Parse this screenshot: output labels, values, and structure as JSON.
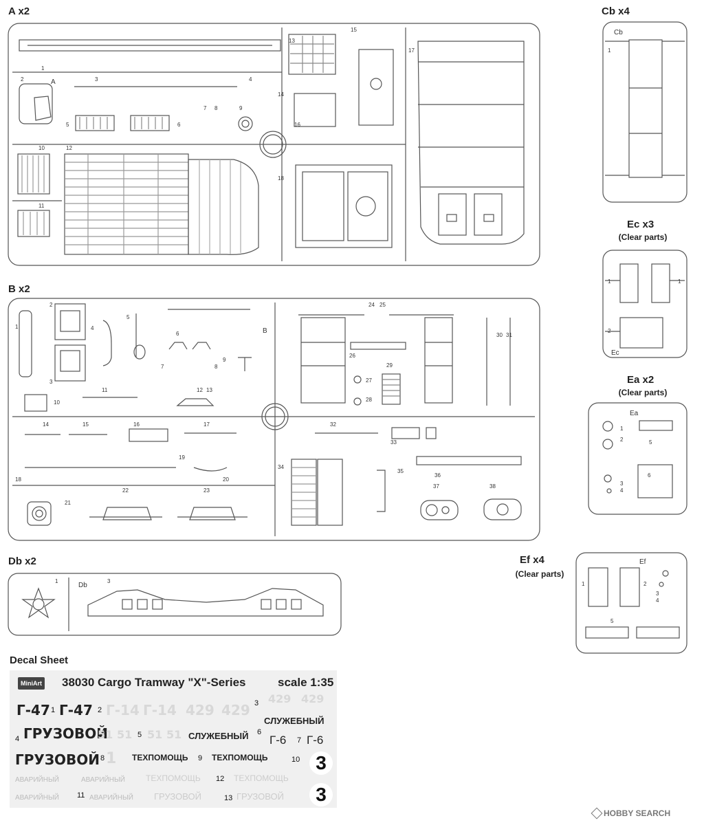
{
  "sprues": {
    "a": {
      "label": "A x2"
    },
    "b": {
      "label": "B x2"
    },
    "cb": {
      "label": "Cb x4"
    },
    "ec": {
      "label": "Ec x3",
      "sub": "(Clear parts)"
    },
    "ea": {
      "label": "Ea x2",
      "sub": "(Clear parts)"
    },
    "ef": {
      "label": "Ef x4",
      "sub": "(Clear parts)"
    },
    "db": {
      "label": "Db x2"
    }
  },
  "decal": {
    "heading": "Decal Sheet",
    "logo": "MiniArt",
    "title": "38030 Cargo Tramway \"X\"-Series",
    "scale": "scale 1:35",
    "items": {
      "g47a": "Г-47",
      "n1": "1",
      "g47b": "Г-47",
      "n2": "2",
      "g14a": "Г-14",
      "g14b": "Г-14",
      "n429a": "429",
      "n429b": "429",
      "n3": "3",
      "n429c": "429",
      "n429d": "429",
      "n4": "4",
      "gruz1": "ГРУЗОВОЙ",
      "n51a": "51",
      "n51b": "51",
      "n5": "5",
      "n51c": "51",
      "n51d": "51",
      "sluzh1": "СЛУЖЕБНЫЙ",
      "n6": "6",
      "sluzh2": "СЛУЖЕБНЫЙ",
      "g6a": "Г-6",
      "n7": "7",
      "g6b": "Г-6",
      "gruz2": "ГРУЗОВОЙ",
      "n1ghost": "1",
      "n8": "8",
      "tekh1": "ТЕХПОМОЩЬ",
      "n9": "9",
      "tekh2": "ТЕХПОМОЩЬ",
      "n10": "10",
      "big3a": "3",
      "avar1": "АВАРИЙНЫЙ",
      "avar2": "АВАРИЙНЫЙ",
      "tekh3": "ТЕХПОМОЩЬ",
      "n12": "12",
      "tekh4": "ТЕХПОМОЩЬ",
      "avar3": "АВАРИЙНЫЙ",
      "n11": "11",
      "avar4": "АВАРИЙНЫЙ",
      "gruz3": "ГРУЗОВОЙ",
      "n13": "13",
      "gruz4": "ГРУЗОВОЙ",
      "big3b": "3"
    }
  },
  "watermark": {
    "brand": "HOBBY SEARCH",
    "icon": "hobbysearch-logo-icon"
  }
}
